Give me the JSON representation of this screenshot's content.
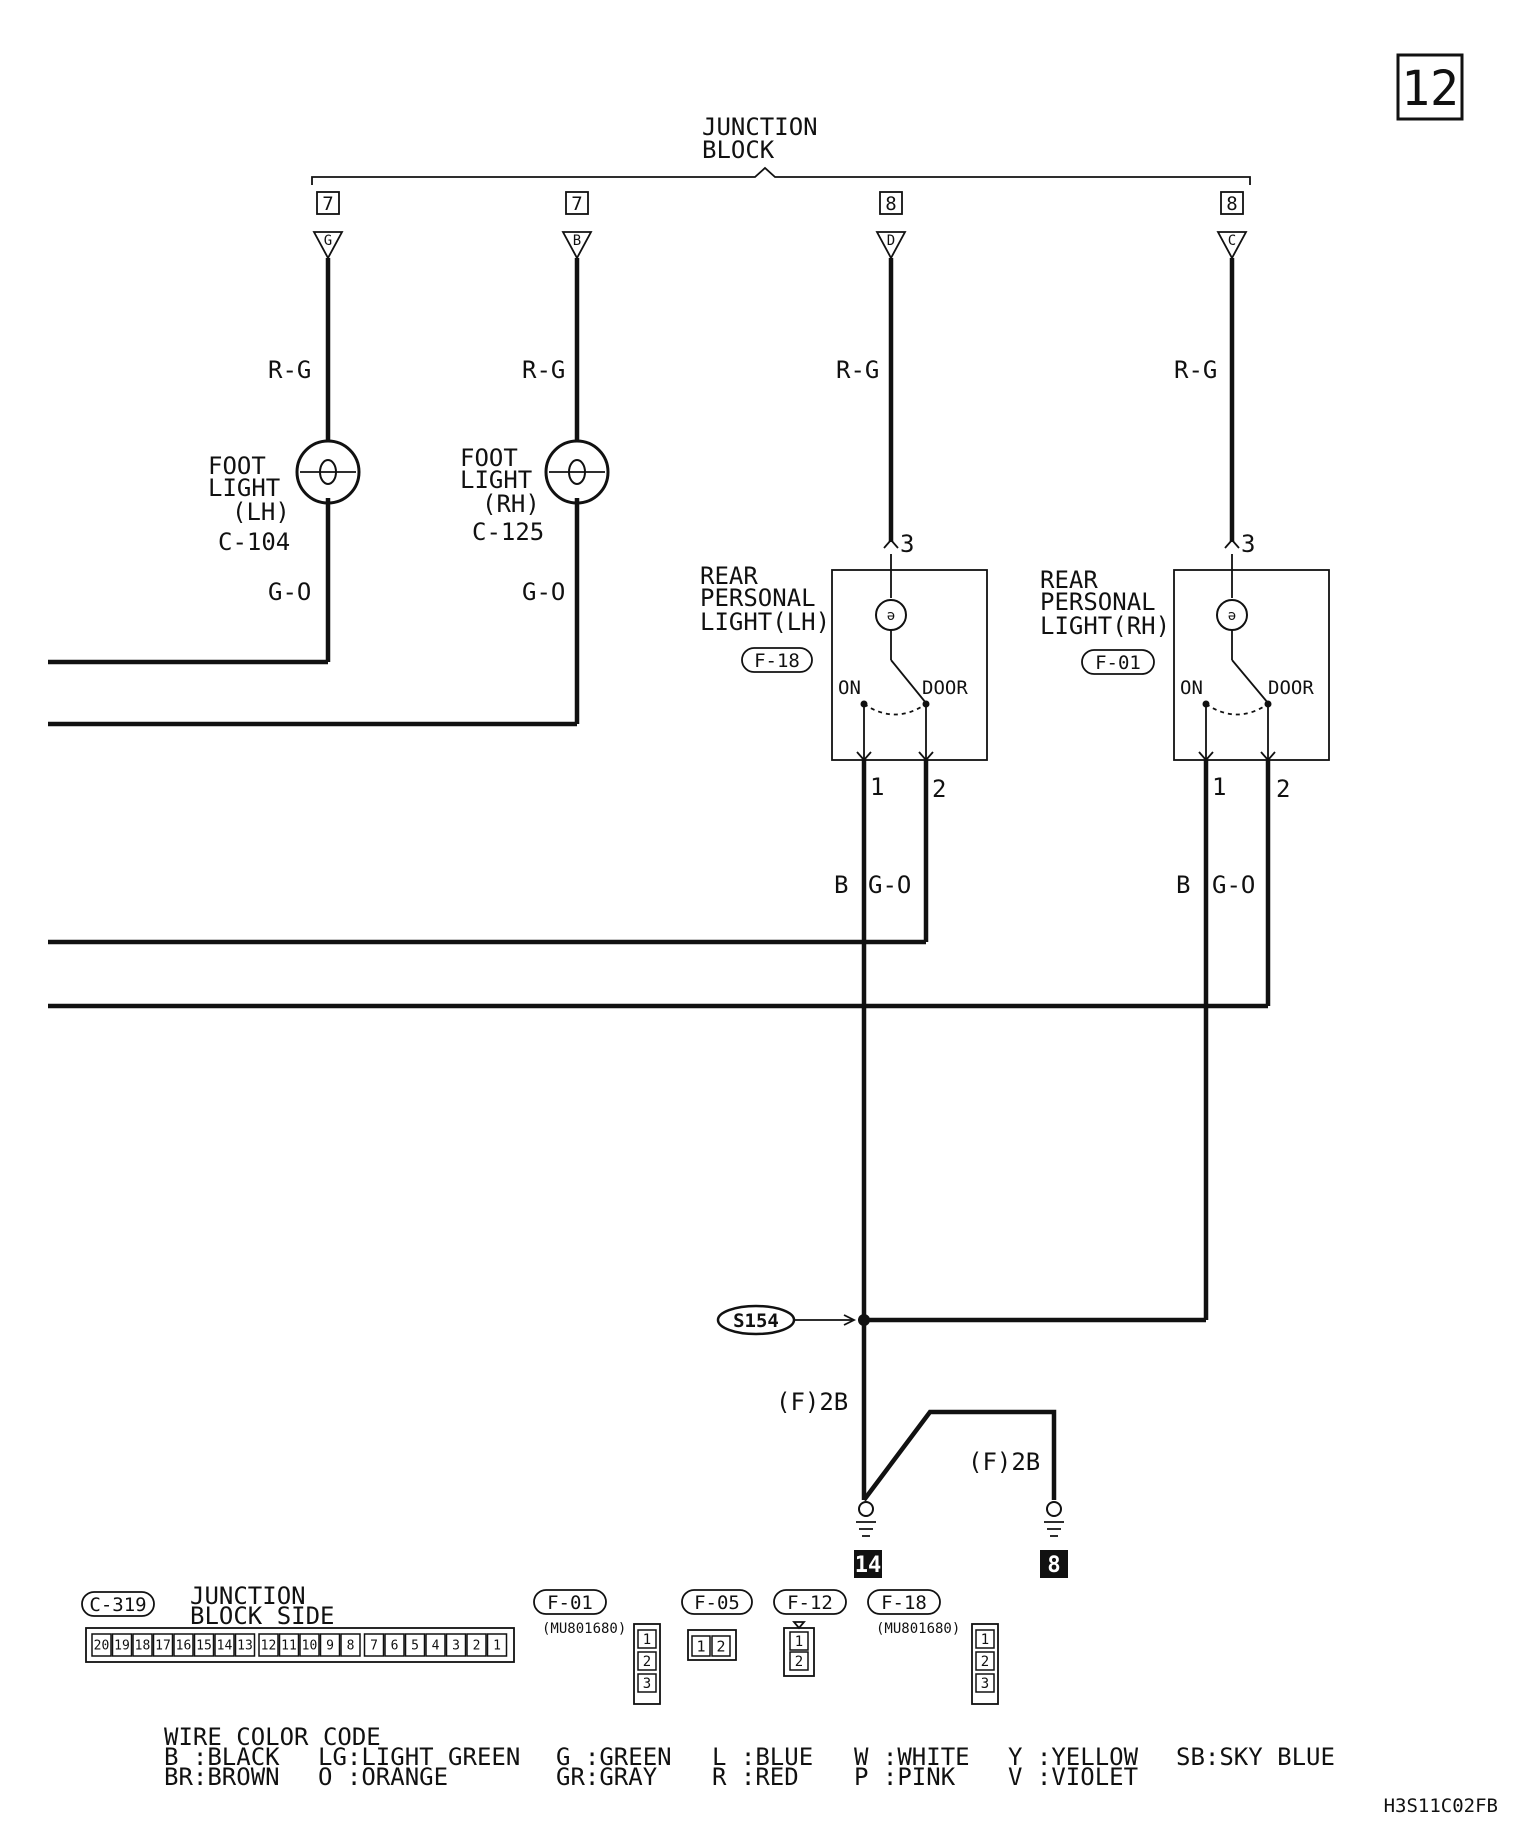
{
  "page_number": "12",
  "junction_block": {
    "line1": "JUNCTION",
    "line2": "BLOCK"
  },
  "jb_terminals": [
    {
      "box": "7",
      "pin": "G"
    },
    {
      "box": "7",
      "pin": "B"
    },
    {
      "box": "8",
      "pin": "D"
    },
    {
      "box": "8",
      "pin": "C"
    }
  ],
  "wire_labels": {
    "rg": "R-G",
    "go": "G-O",
    "b": "B",
    "f2b": "(F)2B"
  },
  "foot_light_lh": {
    "line1": "FOOT",
    "line2": "LIGHT",
    "line3": "(LH)",
    "connector": "C-104"
  },
  "foot_light_rh": {
    "line1": "FOOT",
    "line2": "LIGHT",
    "line3": "(RH)",
    "connector": "C-125"
  },
  "rear_light_lh": {
    "line1": "REAR",
    "line2": "PERSONAL",
    "line3": "LIGHT(LH)",
    "connector": "F-18"
  },
  "rear_light_rh": {
    "line1": "REAR",
    "line2": "PERSONAL",
    "line3": "LIGHT(RH)",
    "connector": "F-01"
  },
  "switch_labels": {
    "on": "ON",
    "door": "DOOR"
  },
  "pin_numbers": {
    "p1": "1",
    "p2": "2",
    "p3": "3"
  },
  "splice": "S154",
  "grounds": [
    "14",
    "8"
  ],
  "connectors_legend": {
    "c319": {
      "id": "C-319",
      "line1": "JUNCTION",
      "line2": "BLOCK SIDE",
      "pins": [
        "20",
        "19",
        "18",
        "17",
        "16",
        "15",
        "14",
        "13",
        "12",
        "11",
        "10",
        "9",
        "8",
        "7",
        "6",
        "5",
        "4",
        "3",
        "2",
        "1"
      ]
    },
    "f01": {
      "id": "F-01",
      "part": "(MU801680)",
      "pins": [
        "1",
        "2",
        "3"
      ]
    },
    "f05": {
      "id": "F-05",
      "pins": [
        "1",
        "2"
      ]
    },
    "f12": {
      "id": "F-12",
      "pins": [
        "1",
        "2"
      ]
    },
    "f18": {
      "id": "F-18",
      "part": "(MU801680)",
      "pins": [
        "1",
        "2",
        "3"
      ]
    }
  },
  "wire_color_code": {
    "title": "WIRE COLOR CODE",
    "row1": [
      "B :BLACK",
      "LG:LIGHT GREEN",
      "G :GREEN",
      "L :BLUE",
      "W :WHITE",
      "Y :YELLOW",
      "SB:SKY BLUE"
    ],
    "row2": [
      "BR:BROWN",
      "O :ORANGE",
      "GR:GRAY",
      "R :RED",
      "P :PINK",
      "V :VIOLET"
    ]
  },
  "diagram_code": "H3S11C02FB"
}
